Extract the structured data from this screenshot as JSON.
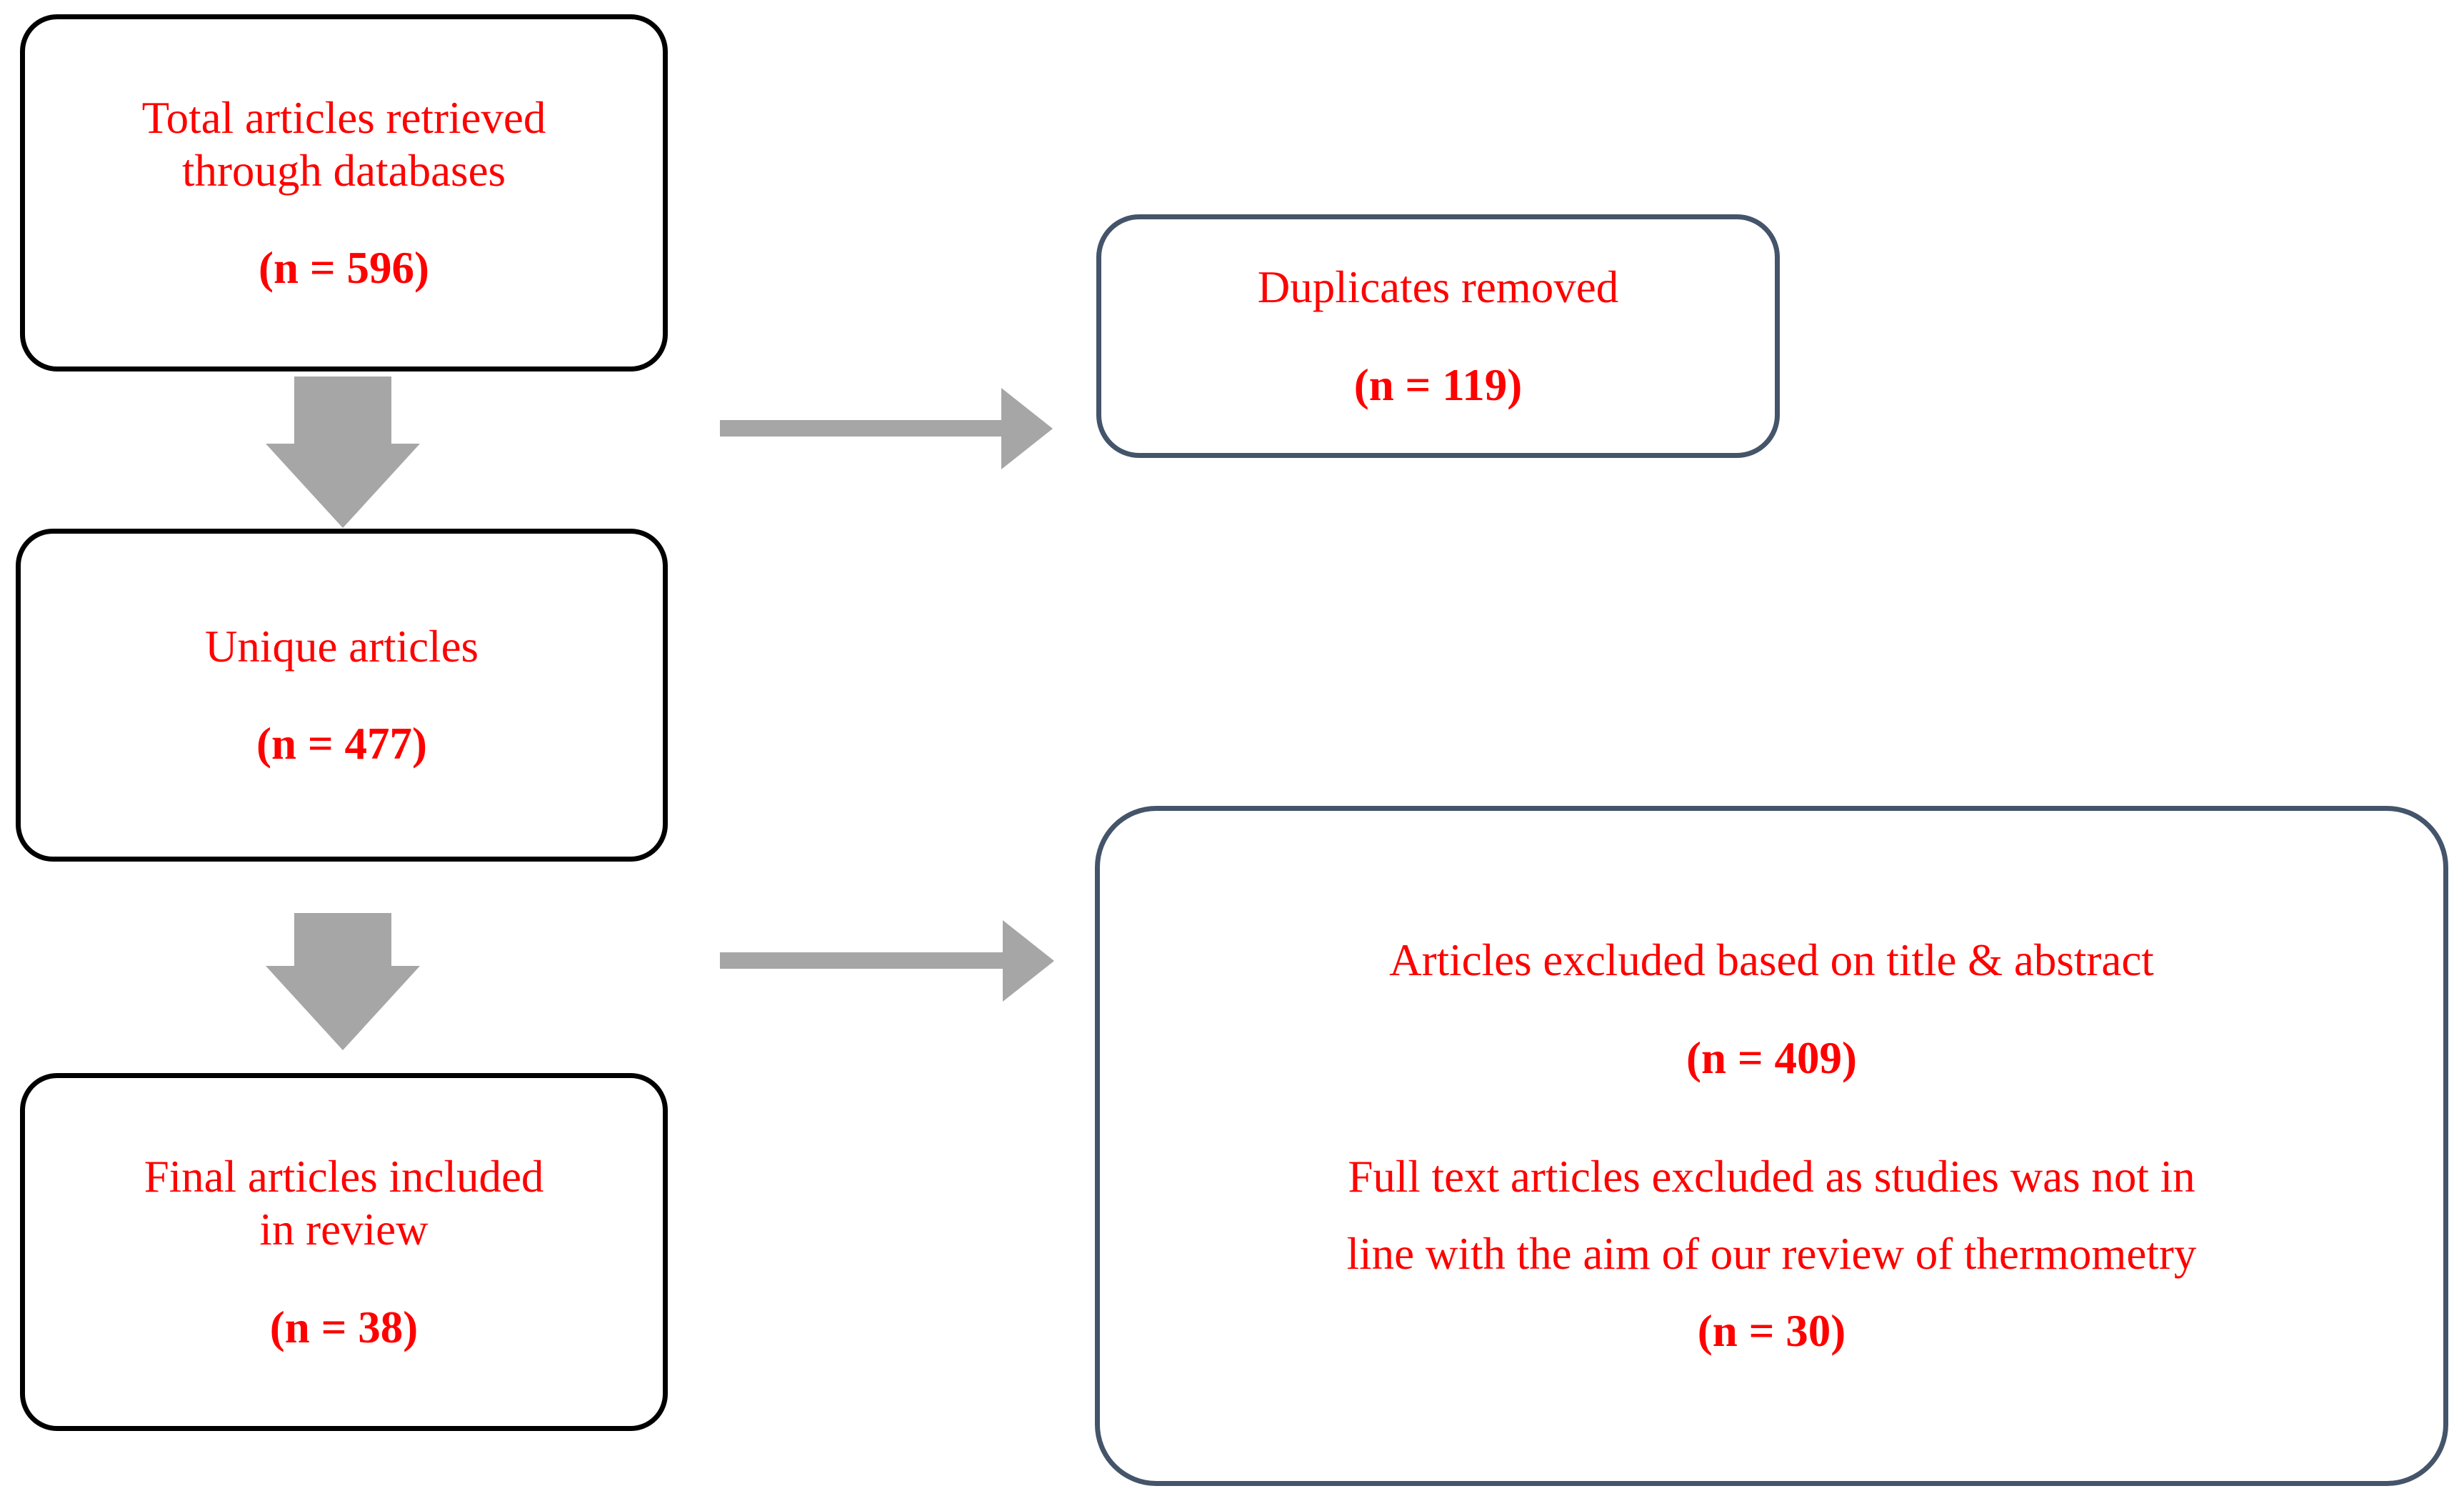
{
  "diagram": {
    "type": "prisma-flow-diagram",
    "text_color": "#FF0000",
    "arrow_color": "#A6A6A6",
    "primary_border_color": "#000000",
    "secondary_border_color": "#44546A",
    "nodes": [
      {
        "id": "retrieved",
        "label_lines": [
          "Total articles retrieved",
          "through databases"
        ],
        "count_label": "(n = 596)",
        "count_value": 596
      },
      {
        "id": "duplicates",
        "label_lines": [
          "Duplicates removed"
        ],
        "count_label": "(n = 119)",
        "count_value": 119
      },
      {
        "id": "unique",
        "label_lines": [
          "Unique articles"
        ],
        "count_label": "(n = 477)",
        "count_value": 477
      },
      {
        "id": "excluded",
        "label_lines": [
          "Articles excluded based on title & abstract"
        ],
        "count_label": "(n = 409)",
        "count_value": 409,
        "label_lines_2": [
          "Full text articles excluded as studies was not in",
          "line with the aim of our review of thermometry"
        ],
        "count_label_2": "(n = 30)",
        "count_value_2": 30
      },
      {
        "id": "final",
        "label_lines": [
          "Final articles included",
          "in review"
        ],
        "count_label": "(n = 38)",
        "count_value": 38
      }
    ],
    "arrows": [
      {
        "id": "retrieved-to-unique",
        "direction": "down"
      },
      {
        "id": "retrieved-to-duplicates",
        "direction": "right"
      },
      {
        "id": "unique-to-final",
        "direction": "down"
      },
      {
        "id": "unique-to-excluded",
        "direction": "right"
      }
    ]
  }
}
